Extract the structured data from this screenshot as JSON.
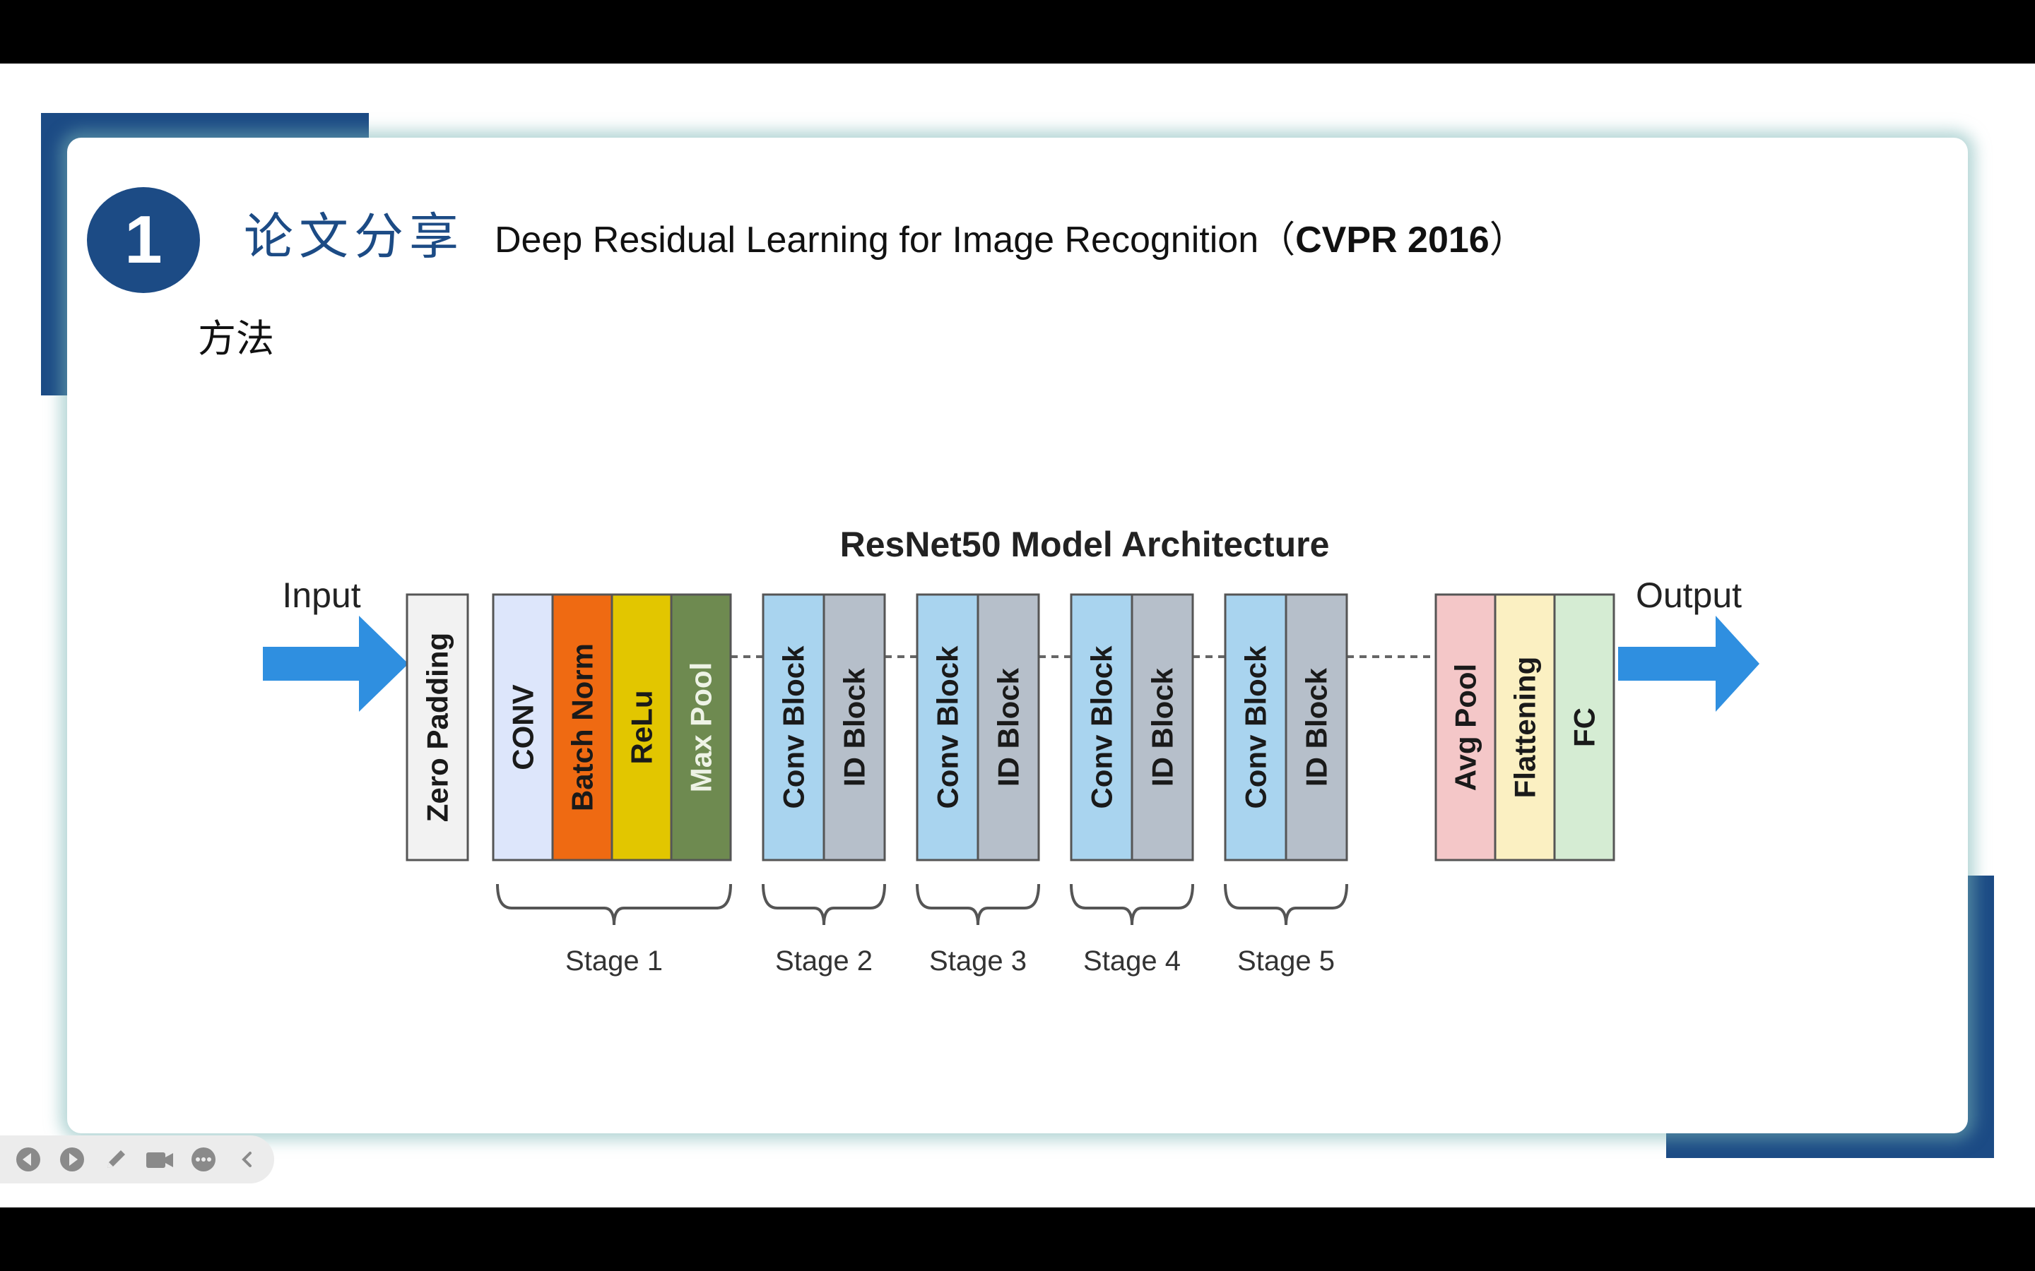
{
  "slide": {
    "number": "1",
    "section_title": "论文分享",
    "paper_title": "Deep Residual Learning for Image Recognition",
    "paren_open": "（",
    "venue": "CVPR 2016",
    "paren_close": "）",
    "subheading": "方法"
  },
  "diagram": {
    "title": "ResNet50 Model Architecture",
    "input_label": "Input",
    "output_label": "Output",
    "blocks": [
      {
        "label": "Zero  Padding",
        "color": "#f2f2f2"
      },
      {
        "label": "CONV",
        "color": "#dde6fb"
      },
      {
        "label": "Batch Norm",
        "color": "#ef6a12"
      },
      {
        "label": "ReLu",
        "color": "#e2c600"
      },
      {
        "label": "Max Pool",
        "color": "#6e8a50"
      },
      {
        "label": "Conv Block",
        "color": "#a9d4ef"
      },
      {
        "label": "ID Block",
        "color": "#b6bfca"
      },
      {
        "label": "Conv Block",
        "color": "#a9d4ef"
      },
      {
        "label": "ID Block",
        "color": "#b6bfca"
      },
      {
        "label": "Conv Block",
        "color": "#a9d4ef"
      },
      {
        "label": "ID Block",
        "color": "#b6bfca"
      },
      {
        "label": "Conv Block",
        "color": "#a9d4ef"
      },
      {
        "label": "ID Block",
        "color": "#b6bfca"
      },
      {
        "label": "Avg Pool",
        "color": "#f4c7c8"
      },
      {
        "label": "Flattening",
        "color": "#fbf0c2"
      },
      {
        "label": "FC",
        "color": "#d5ecd3"
      }
    ],
    "stages": [
      "Stage 1",
      "Stage 2",
      "Stage 3",
      "Stage 4",
      "Stage 5"
    ],
    "colors": {
      "arrow": "#2f8fe0",
      "accent": "#1c4b85"
    }
  },
  "toolbar": {
    "icons": [
      "prev-icon",
      "next-icon",
      "pen-icon",
      "camera-icon",
      "more-icon",
      "collapse-icon"
    ]
  }
}
